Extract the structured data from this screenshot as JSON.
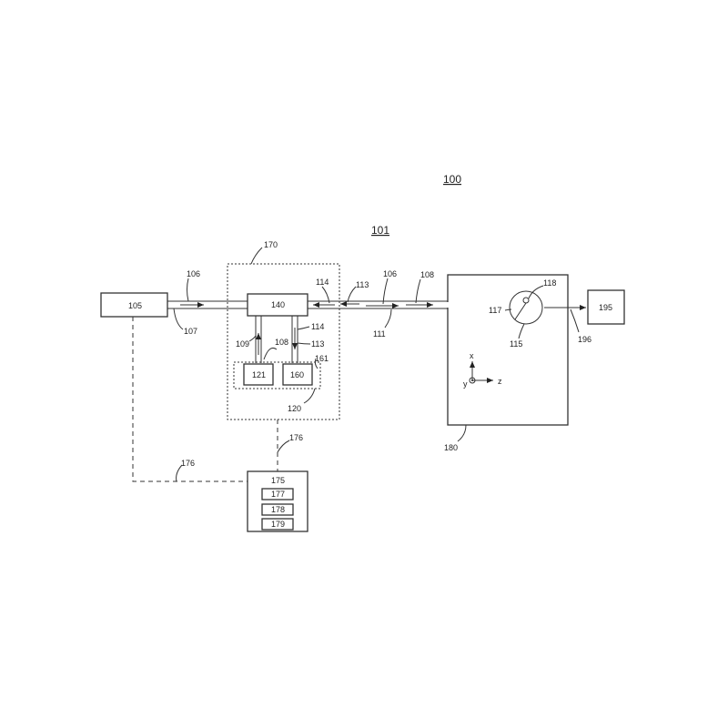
{
  "figure": {
    "number": "100",
    "subnumber": "101"
  },
  "boxes": {
    "source": "105",
    "splitter": "140",
    "detector_a": "121",
    "detector_b": "160",
    "controller": "175",
    "controller_module_1": "177",
    "controller_module_2": "178",
    "controller_module_3": "179",
    "output": "195"
  },
  "labels": {
    "l106a": "106",
    "l107": "107",
    "l170": "170",
    "l114a": "114",
    "l113a": "113",
    "l106b": "106",
    "l108a": "108",
    "l111": "111",
    "l114b": "114",
    "l113b": "113",
    "l109": "109",
    "l108b": "108",
    "l161": "161",
    "l120": "120",
    "l176a": "176",
    "l176b": "176",
    "l118": "118",
    "l117": "117",
    "l115": "115",
    "l196": "196",
    "l180": "180"
  },
  "axes": {
    "x": "x",
    "y": "y",
    "z": "z"
  }
}
